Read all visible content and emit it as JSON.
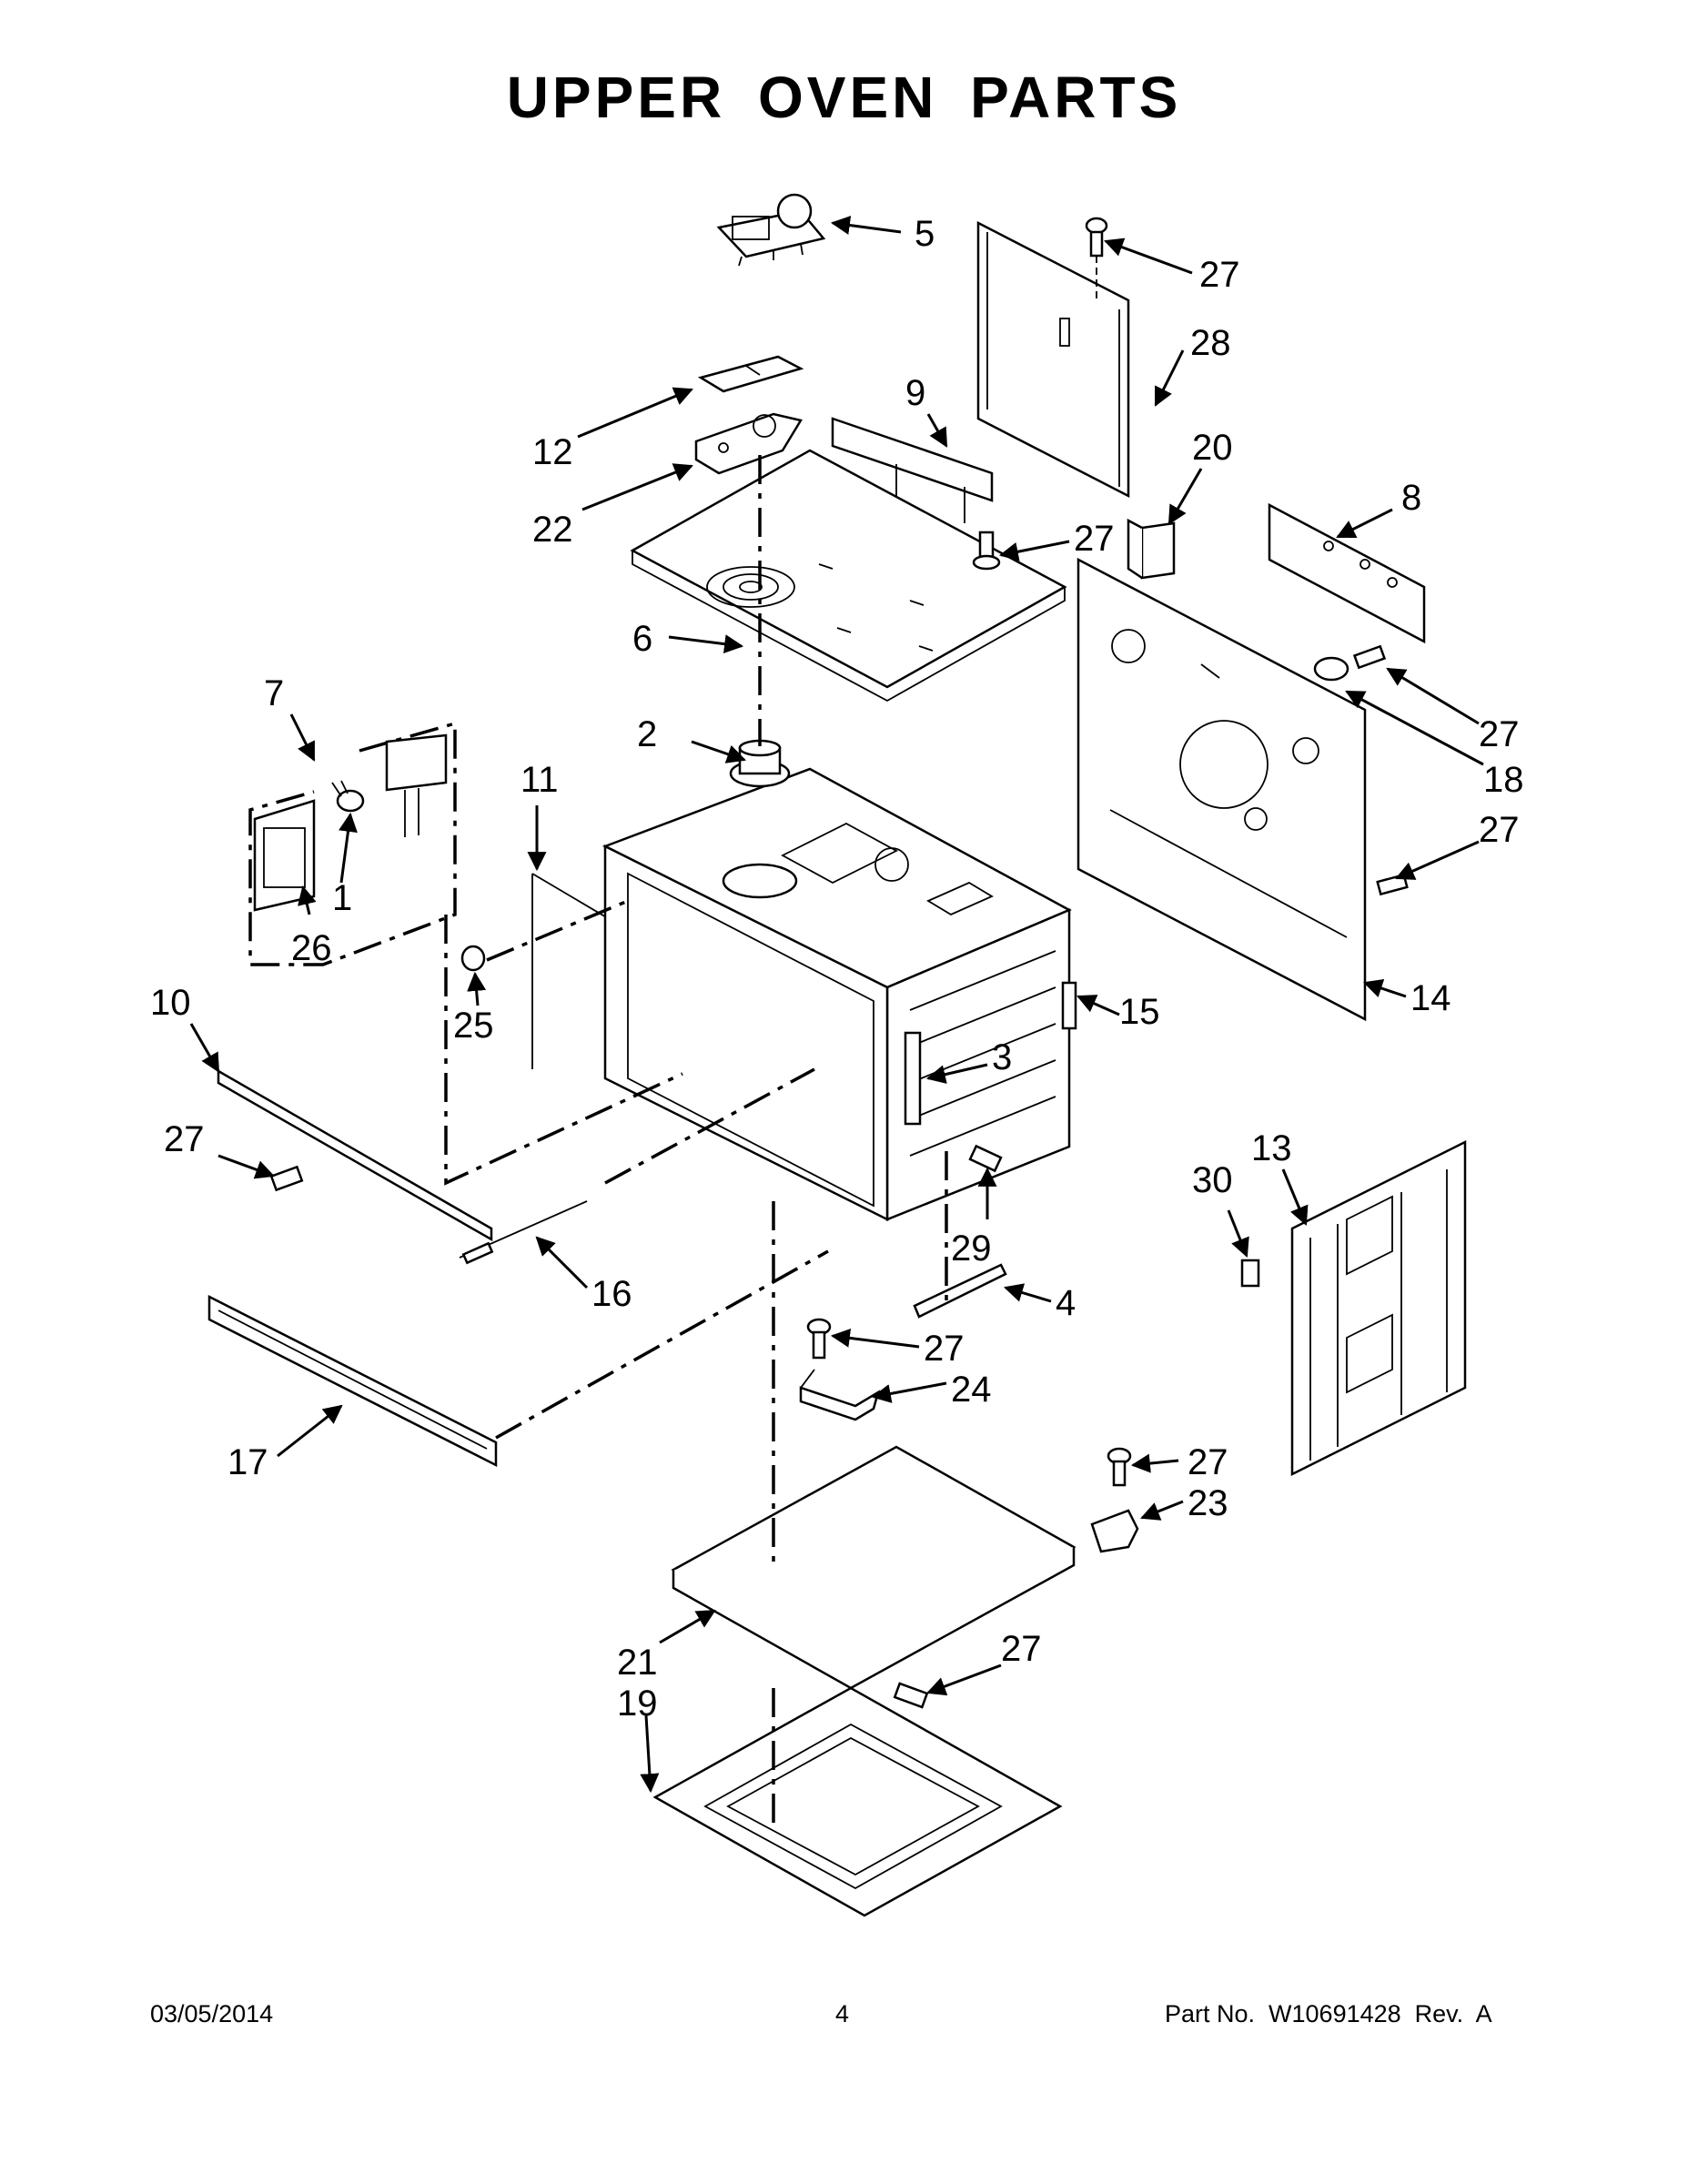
{
  "title": "UPPER OVEN PARTS",
  "footer": {
    "date": "03/05/2014",
    "page": "4",
    "part_no": "Part No.  W10691428  Rev.  A"
  },
  "callouts": [
    {
      "id": "c5",
      "text": "5"
    },
    {
      "id": "c27a",
      "text": "27"
    },
    {
      "id": "c28",
      "text": "28"
    },
    {
      "id": "c9",
      "text": "9"
    },
    {
      "id": "c12",
      "text": "12"
    },
    {
      "id": "c20",
      "text": "20"
    },
    {
      "id": "c8",
      "text": "8"
    },
    {
      "id": "c27b",
      "text": "27"
    },
    {
      "id": "c22",
      "text": "22"
    },
    {
      "id": "c6",
      "text": "6"
    },
    {
      "id": "c7",
      "text": "7"
    },
    {
      "id": "c27c",
      "text": "27"
    },
    {
      "id": "c18",
      "text": "18"
    },
    {
      "id": "c2",
      "text": "2"
    },
    {
      "id": "c11",
      "text": "11"
    },
    {
      "id": "c27d",
      "text": "27"
    },
    {
      "id": "c1",
      "text": "1"
    },
    {
      "id": "c26",
      "text": "26"
    },
    {
      "id": "c14",
      "text": "14"
    },
    {
      "id": "c10",
      "text": "10"
    },
    {
      "id": "c25",
      "text": "25"
    },
    {
      "id": "c15",
      "text": "15"
    },
    {
      "id": "c3",
      "text": "3"
    },
    {
      "id": "c27e",
      "text": "27"
    },
    {
      "id": "c13",
      "text": "13"
    },
    {
      "id": "c30",
      "text": "30"
    },
    {
      "id": "c29",
      "text": "29"
    },
    {
      "id": "c16",
      "text": "16"
    },
    {
      "id": "c4",
      "text": "4"
    },
    {
      "id": "c27f",
      "text": "27"
    },
    {
      "id": "c24",
      "text": "24"
    },
    {
      "id": "c17",
      "text": "17"
    },
    {
      "id": "c27g",
      "text": "27"
    },
    {
      "id": "c23",
      "text": "23"
    },
    {
      "id": "c27h",
      "text": "27"
    },
    {
      "id": "c21",
      "text": "21"
    },
    {
      "id": "c19",
      "text": "19"
    }
  ]
}
